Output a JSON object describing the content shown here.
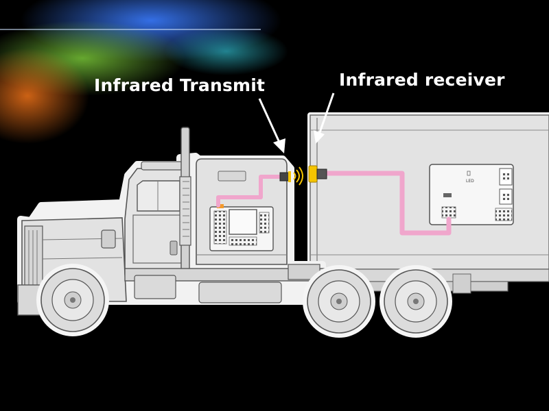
{
  "labels": {
    "transmit": "Infrared Transmit",
    "receiver": "Infrared receiver",
    "module_led": "LED"
  },
  "colors": {
    "background": "#000000",
    "body_fill": "#e3e3e3",
    "outline": "#555555",
    "wire": "#f0a6cc",
    "emitter": "#f5c400",
    "callout_text": "#ffffff"
  },
  "icons": [
    "wifi-signal-icon",
    "arrow-icon",
    "wheel-icon"
  ]
}
